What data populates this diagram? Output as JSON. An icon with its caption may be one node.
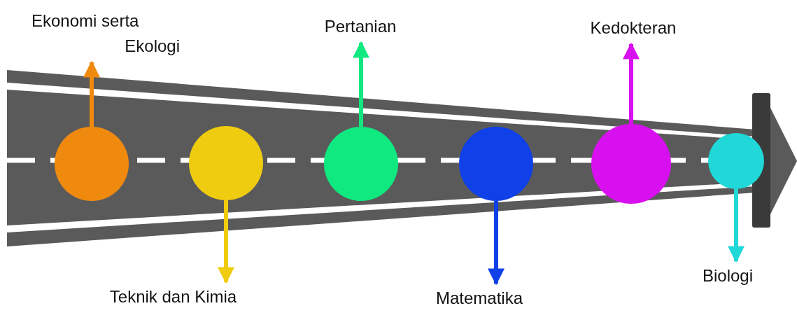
{
  "diagram": {
    "nodes": [
      {
        "text": [
          "Ekonomi serta Ekologi"
        ]
      },
      {
        "text": [
          "Pertanian"
        ]
      },
      {
        "text": [
          "Kedokteran"
        ]
      },
      {
        "text": [],
        "shape": "circle"
      },
      {
        "text": [],
        "shape": "circle"
      },
      {
        "text": [],
        "shape": "circle"
      },
      {
        "text": [],
        "shape": "circle"
      },
      {
        "text": [],
        "shape": "circle"
      },
      {
        "text": [],
        "shape": "circle"
      },
      {
        "text": [
          "Teknik dan Kimia"
        ]
      },
      {
        "text": [
          "Matematika"
        ]
      },
      {
        "text": [
          "Biologi"
        ]
      }
    ],
    "edges": [
      {
        "from": 3,
        "to": 0,
        "arrow": "to",
        "color": "#f08a0f"
      },
      {
        "from": 5,
        "to": 1,
        "arrow": "to",
        "color": "#10e880"
      },
      {
        "from": 7,
        "to": 2,
        "arrow": "to",
        "color": "#d810f0"
      },
      {
        "from": 4,
        "to": 9,
        "arrow": "to",
        "color": "#f0cc10"
      },
      {
        "from": 6,
        "to": 10,
        "arrow": "to",
        "color": "#1040e8"
      },
      {
        "from": 8,
        "to": 11,
        "arrow": "to",
        "color": "#20d8d8"
      }
    ]
  }
}
